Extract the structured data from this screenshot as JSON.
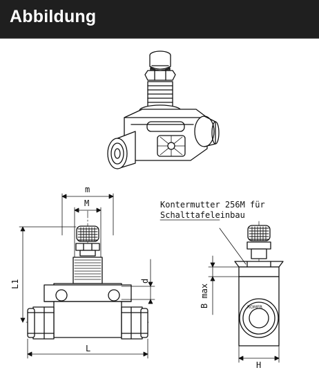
{
  "header": {
    "title": "Abbildung"
  },
  "drawing": {
    "note_line1": "Kontermutter 256M für",
    "note_line2": "Schalttafeleinbau",
    "dim_m_upper": "m",
    "dim_M": "M",
    "dim_L1": "L1",
    "dim_d": "d",
    "dim_L": "L",
    "dim_B_max": "B max",
    "dim_H": "H"
  }
}
